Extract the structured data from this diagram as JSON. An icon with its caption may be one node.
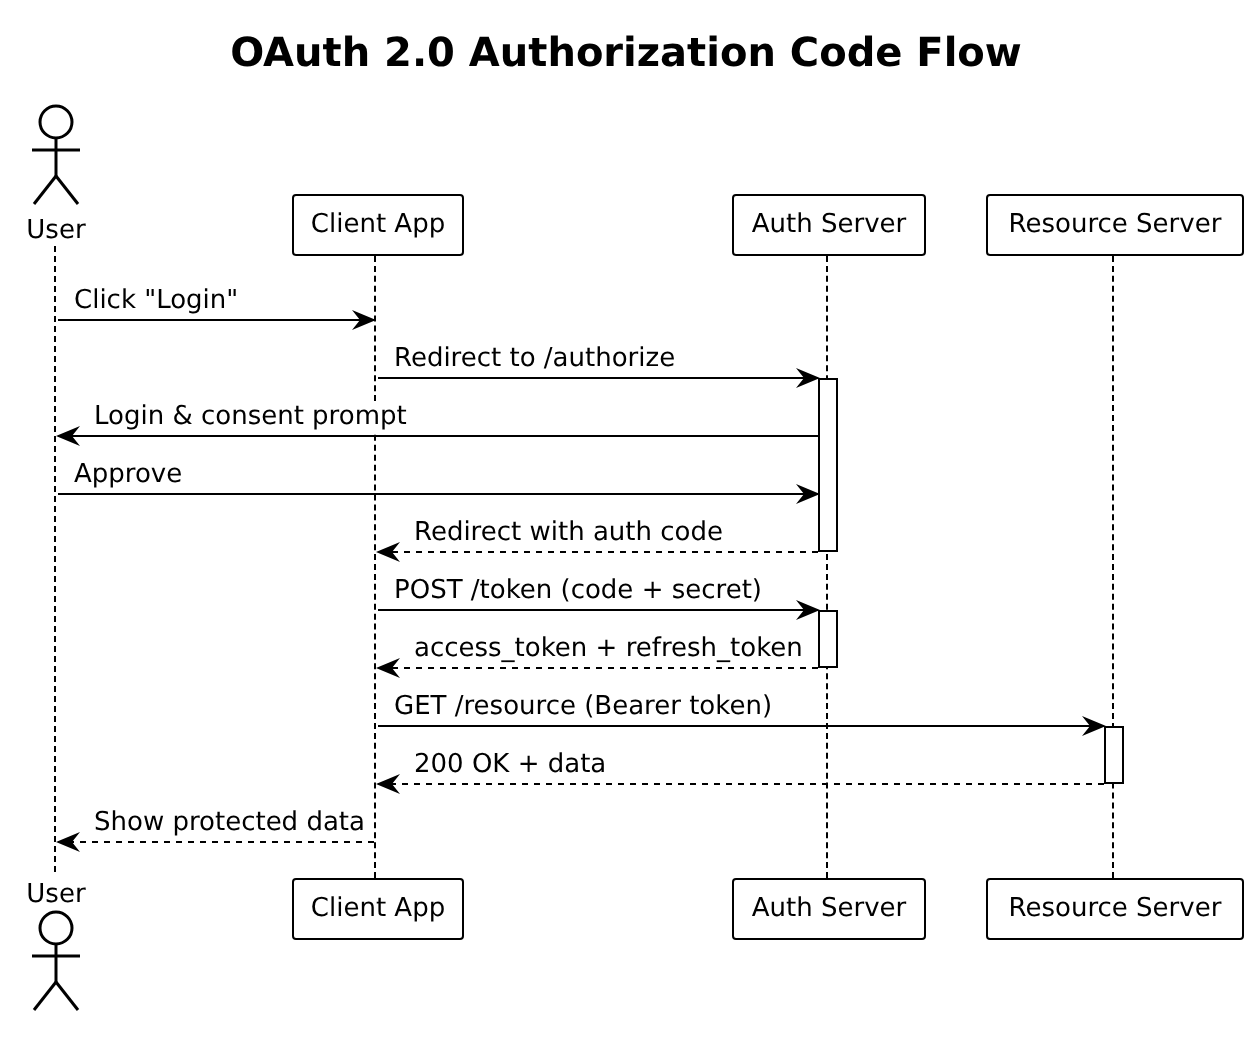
{
  "diagram": {
    "title": "OAuth 2.0 Authorization Code Flow",
    "nodes": [
      {
        "text": [
          "User"
        ]
      },
      {
        "text": [
          "Client App"
        ]
      },
      {
        "text": [
          "Auth Server"
        ]
      },
      {
        "text": [
          "Resource Server"
        ]
      },
      {
        "text": [
          "User"
        ]
      },
      {
        "text": [
          "Client App"
        ]
      },
      {
        "text": [
          "Auth Server"
        ]
      },
      {
        "text": [
          "Resource Server"
        ]
      },
      {
        "text": [],
        "shape": "line"
      },
      {
        "text": [],
        "shape": "line"
      },
      {
        "text": [],
        "shape": "line"
      },
      {
        "text": [],
        "shape": "line"
      },
      {
        "text": [],
        "shape": "bar"
      },
      {
        "text": [],
        "shape": "bar"
      },
      {
        "text": [],
        "shape": "bar"
      }
    ],
    "edges": [
      {
        "from": 8,
        "to": 9,
        "arrow": "to",
        "label": "Click \"Login\""
      },
      {
        "from": 9,
        "to": 12,
        "arrow": "to",
        "label": "Redirect to /authorize"
      },
      {
        "from": 12,
        "to": 8,
        "arrow": "to",
        "label": "Login & consent prompt"
      },
      {
        "from": 8,
        "to": 12,
        "arrow": "to",
        "label": "Approve"
      },
      {
        "from": 12,
        "to": 9,
        "arrow": "to",
        "label": "Redirect with auth code",
        "style": "dashed"
      },
      {
        "from": 9,
        "to": 13,
        "arrow": "to",
        "label": "POST /token (code + secret)"
      },
      {
        "from": 13,
        "to": 9,
        "arrow": "to",
        "label": "access_token + refresh_token",
        "style": "dashed"
      },
      {
        "from": 9,
        "to": 14,
        "arrow": "to",
        "label": "GET /resource (Bearer token)"
      },
      {
        "from": 14,
        "to": 9,
        "arrow": "to",
        "label": "200 OK + data",
        "style": "dashed"
      },
      {
        "from": 9,
        "to": 8,
        "arrow": "to",
        "label": "Show protected data",
        "style": "dashed"
      }
    ]
  }
}
